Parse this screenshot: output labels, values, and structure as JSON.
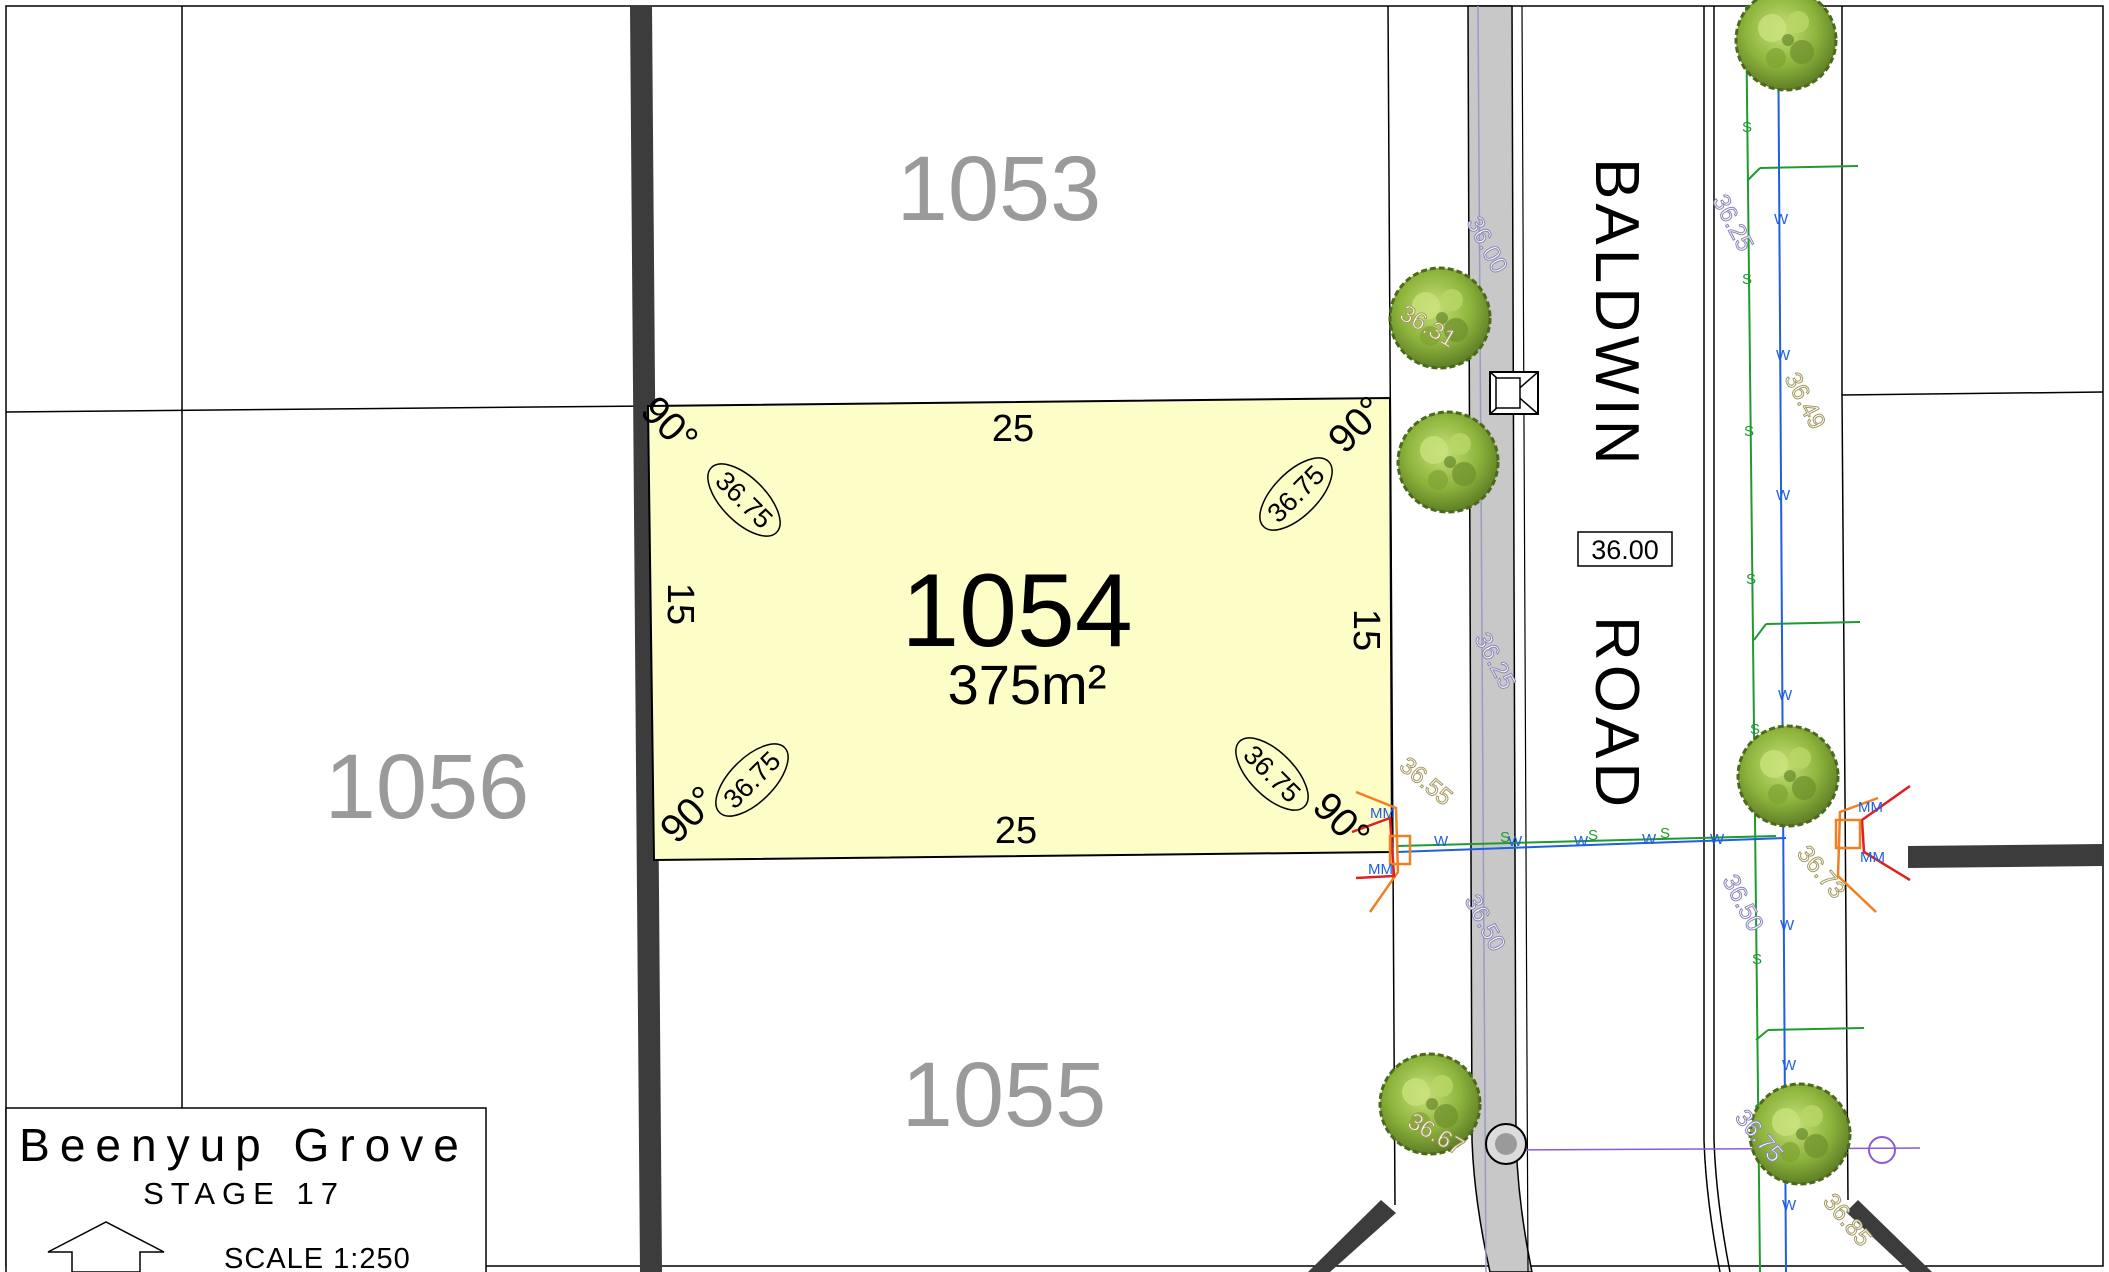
{
  "lots": {
    "lot_1053": "1053",
    "lot_1054": "1054",
    "lot_1055": "1055",
    "lot_1056": "1056"
  },
  "subject_lot": {
    "number": "1054",
    "area": "375m²",
    "frontage_top": "25",
    "frontage_bottom": "25",
    "depth_left": "15",
    "depth_right": "15",
    "angle": "90°",
    "corner_levels": [
      "36.75",
      "36.75",
      "36.75",
      "36.75"
    ]
  },
  "road": {
    "name_part1": "BALDWIN",
    "name_part2": "ROAD",
    "level_box": "36.00"
  },
  "contours": {
    "c1": "36.00",
    "c2": "36.31",
    "c3": "36.25",
    "c4": "36.50",
    "c5": "36.67",
    "c6": "36.25",
    "c7": "36.49",
    "c8": "36.55",
    "c9": "36.50",
    "c10": "36.73",
    "c11": "36.75",
    "c12": "36.85"
  },
  "services": {
    "sewer_mark": "S",
    "water_mark": "W"
  },
  "title_block": {
    "estate": "Beenyup Grove",
    "stage": "STAGE 17",
    "scale": "SCALE 1:250"
  },
  "colors": {
    "lot_fill": "#fdfdc8",
    "lot_number_grey": "#9a9a9a",
    "boundary_dark": "#3c3c3c",
    "footpath_grey": "#c8c8c8",
    "sewer_green": "#1e9b2f",
    "water_blue": "#1f5fe0",
    "tree_green": "#8db43c",
    "contour_purple": "#8a86b8",
    "contour_olive": "#a49a60",
    "pit_red": "#e02020",
    "pit_orange": "#f08020",
    "comms_purple": "#8a5ad8"
  }
}
